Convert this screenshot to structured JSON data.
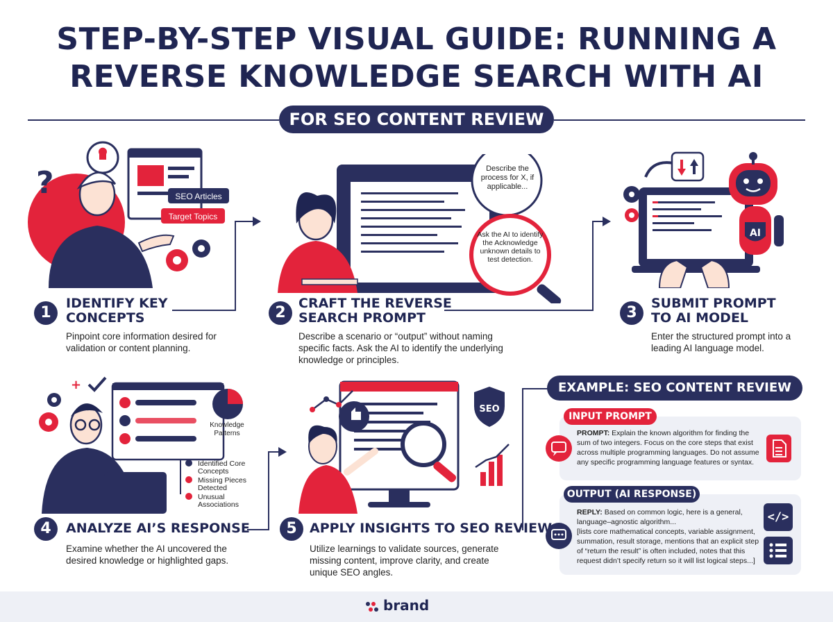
{
  "title_line1": "STEP-BY-STEP VISUAL GUIDE: RUNNING A",
  "title_line2": "REVERSE KNOWLEDGE SEARCH WITH AI",
  "subtitle": "FOR SEO CONTENT REVIEW",
  "colors": {
    "navy": "#2a2f5e",
    "red": "#e3233b",
    "light": "#eef0f6"
  },
  "illustration1": {
    "tag1": "SEO Articles",
    "tag2": "Target Topics"
  },
  "illustration2": {
    "bubble1": "Describe the process for X, if applicable...",
    "bubble2": "Ask the AI to identify the Acknowledge unknown details to test detection."
  },
  "illustration3": {
    "badge": "AI"
  },
  "illustration4": {
    "chart_label": "Knowledge Patterns",
    "item1": "Identified Core Concepts",
    "item2": "Missing Pieces Detected",
    "item3": "Unusual Associations"
  },
  "illustration5": {
    "shield": "SEO"
  },
  "steps": [
    {
      "num": "1",
      "title": "IDENTIFY KEY CONCEPTS",
      "title_l1": "IDENTIFY KEY",
      "title_l2": "CONCEPTS",
      "desc": "Pinpoint core information desired for validation or content planning."
    },
    {
      "num": "2",
      "title": "CRAFT THE REVERSE SEARCH PROMPT",
      "title_l1": "CRAFT THE REVERSE",
      "title_l2": "SEARCH PROMPT",
      "desc": "Describe a scenario or “output” without naming specific facts. Ask the AI to identify the underlying knowledge or principles."
    },
    {
      "num": "3",
      "title": "SUBMIT PROMPT TO AI MODEL",
      "title_l1": "SUBMIT PROMPT",
      "title_l2": "TO AI MODEL",
      "desc": "Enter the structured prompt into a leading AI language model."
    },
    {
      "num": "4",
      "title": "ANALYZE AI’S RESPONSE",
      "title_l1": "ANALYZE AI’S RESPONSE",
      "title_l2": "",
      "desc": "Examine whether the AI uncovered the desired knowledge or highlighted gaps."
    },
    {
      "num": "5",
      "title": "APPLY INSIGHTS TO SEO REVIEW",
      "title_l1": "APPLY INSIGHTS TO SEO REVIEW",
      "title_l2": "",
      "desc": "Utilize learnings to validate sources, generate missing content, improve clarity, and create unique SEO angles."
    }
  ],
  "example": {
    "header": "EXAMPLE: SEO CONTENT REVIEW",
    "input_label": "INPUT PROMPT",
    "input_prefix": "PROMPT:",
    "input_text": "Explain the known algorithm for finding the sum of two integers. Focus on the core steps that exist across multiple programming languages. Do not assume any specific programming language features or syntax.",
    "output_label": "OUTPUT (AI RESPONSE)",
    "output_prefix": "REPLY:",
    "output_text": "Based on common logic, here is a general, language–agnostic algorithm...",
    "output_text2": "[lists core mathematical concepts, variable assignment, summation, result storage, mentions that an explicit step of “return the result” is often included, notes that this request didn’t specify return so it will list logical steps...]",
    "code_icon": "</>"
  },
  "footer": {
    "brand": "brand"
  }
}
